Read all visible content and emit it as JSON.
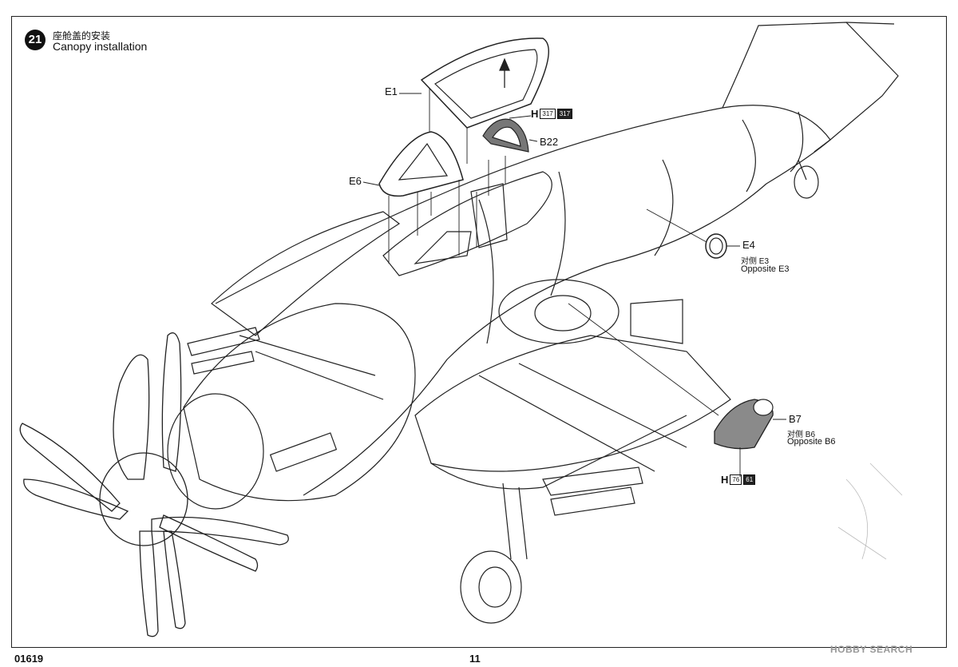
{
  "step": {
    "number": "21",
    "title_cn": "座舱盖的安装",
    "title_en": "Canopy installation"
  },
  "parts": {
    "e1": "E1",
    "e6": "E6",
    "b22": "B22",
    "e4": "E4",
    "e4_cn": "对侧 E3",
    "e4_en": "Opposite E3",
    "b7": "B7",
    "b7_cn": "对侧 B6",
    "b7_en": "Opposite B6"
  },
  "paint_codes": {
    "b22_letter": "H",
    "b22_code1": "317",
    "b22_code2": "317",
    "b7_letter": "H",
    "b7_code1": "76",
    "b7_code2": "61"
  },
  "footer": {
    "code": "01619",
    "page": "11",
    "watermark": "HOBBY SEARCH"
  }
}
